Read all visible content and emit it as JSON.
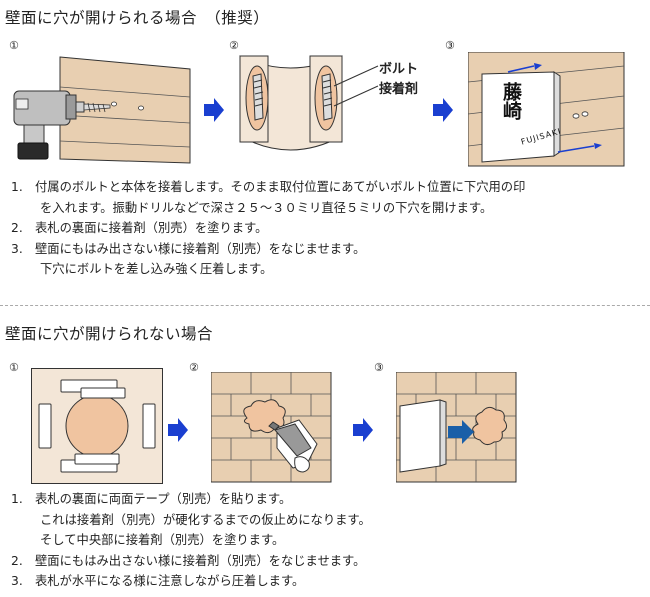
{
  "section1": {
    "title": "壁面に穴が開けられる場合　（推奨）",
    "steps": [
      "①",
      "②",
      "③"
    ],
    "bolt_label": "ボルト",
    "glue_label": "接着剤",
    "plate_name_kanji": "藤崎",
    "plate_name_roman": "FUJISAKI",
    "instructions": [
      {
        "num": "1.",
        "lines": [
          "付属のボルトと本体を接着します。そのまま取付位置にあてがいボルト位置に下穴用の印",
          "を入れます。振動ドリルなどで深さ２５～３０ミリ直径５ミリの下穴を開けます。"
        ]
      },
      {
        "num": "2.",
        "lines": [
          "表札の裏面に接着剤（別売）を塗ります。"
        ]
      },
      {
        "num": "3.",
        "lines": [
          "壁面にもはみ出さない様に接着剤（別売）をなじませます。",
          "下穴にボルトを差し込み強く圧着します。"
        ]
      }
    ]
  },
  "section2": {
    "title": "壁面に穴が開けられない場合",
    "steps": [
      "①",
      "②",
      "③"
    ],
    "instructions": [
      {
        "num": "1.",
        "lines": [
          "表札の裏面に両面テープ（別売）を貼ります。",
          "これは接着剤（別売）が硬化するまでの仮止めになります。",
          "そして中央部に接着剤（別売）を塗ります。"
        ]
      },
      {
        "num": "2.",
        "lines": [
          "壁面にもはみ出さない様に接着剤（別売）をなじませます。"
        ]
      },
      {
        "num": "3.",
        "lines": [
          "表札が水平になる様に注意しながら圧着します。"
        ]
      }
    ]
  },
  "colors": {
    "wall": "#e8cfb1",
    "glue": "#f0c4a0",
    "arrow": "#1a3fd0",
    "line": "#333333"
  }
}
